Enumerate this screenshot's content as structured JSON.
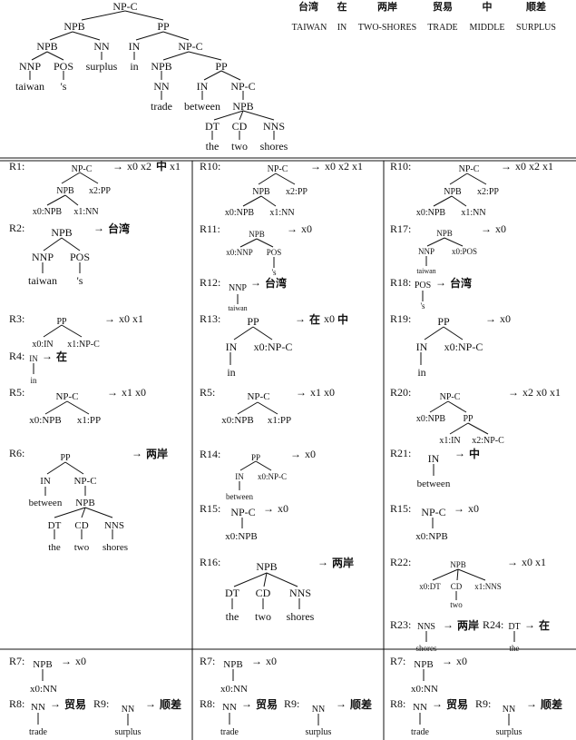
{
  "top_tree": {
    "root": "NP-C",
    "npb": "NPB",
    "pp": "PP",
    "nnp": "NNP",
    "pos": "POS",
    "nn_surplus": "NN",
    "in_tag": "IN",
    "npc2": "NP-C",
    "taiwan": "taiwan",
    "pos_word": "'s",
    "surplus": "surplus",
    "in_word": "in",
    "npb2": "NPB",
    "pp2": "PP",
    "nn_trade": "NN",
    "in2": "IN",
    "npc3": "NP-C",
    "trade": "trade",
    "between": "between",
    "npb3": "NPB",
    "dt": "DT",
    "cd": "CD",
    "nns": "NNS",
    "the": "the",
    "two": "two",
    "shores": "shores"
  },
  "alignment": {
    "chinese": [
      "台湾",
      "在",
      "两岸",
      "贸易",
      "中",
      "顺差"
    ],
    "english": [
      "TAIWAN",
      "IN",
      "TWO-SHORES",
      "TRADE",
      "MIDDLE",
      "SURPLUS"
    ]
  },
  "arrow": "→",
  "col1": {
    "r1": {
      "id": "R1:",
      "root": "NP-C",
      "n1": "NPB",
      "n2": "x2:PP",
      "n3": "x0:NPB",
      "n4": "x1:NN",
      "rhs": "x0 x2",
      "rhs_cn": "中",
      "rhs2": "x1"
    },
    "r2": {
      "id": "R2:",
      "root": "NPB",
      "n1": "NNP",
      "n2": "POS",
      "w1": "taiwan",
      "w2": "'s",
      "rhs_cn": "台湾"
    },
    "r3": {
      "id": "R3:",
      "root": "PP",
      "n1": "x0:IN",
      "n2": "x1:NP-C",
      "rhs": "x0 x1"
    },
    "r4": {
      "id": "R4:",
      "root": "IN",
      "w1": "in",
      "rhs_cn": "在"
    },
    "r5": {
      "id": "R5:",
      "root": "NP-C",
      "n1": "x0:NPB",
      "n2": "x1:PP",
      "rhs": "x1 x0"
    },
    "r6": {
      "id": "R6:",
      "root": "PP",
      "in_tag": "IN",
      "npc": "NP-C",
      "between": "between",
      "npb": "NPB",
      "dt": "DT",
      "cd": "CD",
      "nns": "NNS",
      "the": "the",
      "two": "two",
      "shores": "shores",
      "rhs_cn": "两岸"
    },
    "r7": {
      "id": "R7:",
      "root": "NPB",
      "n1": "x0:NN",
      "rhs": "x0"
    },
    "r8": {
      "id": "R8:",
      "root": "NN",
      "w1": "trade",
      "rhs_cn": "贸易"
    },
    "r9": {
      "id": "R9:",
      "root": "NN",
      "w1": "surplus",
      "rhs_cn": "顺差"
    }
  },
  "col2": {
    "r10": {
      "id": "R10:",
      "root": "NP-C",
      "n1": "NPB",
      "n2": "x2:PP",
      "n3": "x0:NPB",
      "n4": "x1:NN",
      "rhs": "x0 x2 x1"
    },
    "r11": {
      "id": "R11:",
      "root": "NPB",
      "n1": "x0:NNP",
      "n2": "POS",
      "w1": "'s",
      "rhs": "x0"
    },
    "r12": {
      "id": "R12:",
      "root": "NNP",
      "w1": "taiwan",
      "rhs_cn": "台湾"
    },
    "r13": {
      "id": "R13:",
      "root": "PP",
      "n1": "IN",
      "n2": "x0:NP-C",
      "w1": "in",
      "rhs_cn1": "在",
      "rhs": "x0",
      "rhs_cn2": "中"
    },
    "r5": {
      "id": "R5:",
      "root": "NP-C",
      "n1": "x0:NPB",
      "n2": "x1:PP",
      "rhs": "x1 x0"
    },
    "r14": {
      "id": "R14:",
      "root": "PP",
      "n1": "IN",
      "n2": "x0:NP-C",
      "w1": "between",
      "rhs": "x0"
    },
    "r15": {
      "id": "R15:",
      "root": "NP-C",
      "n1": "x0:NPB",
      "rhs": "x0"
    },
    "r16": {
      "id": "R16:",
      "root": "NPB",
      "dt": "DT",
      "cd": "CD",
      "nns": "NNS",
      "the": "the",
      "two": "two",
      "shores": "shores",
      "rhs_cn": "两岸"
    },
    "r7": {
      "id": "R7:",
      "root": "NPB",
      "n1": "x0:NN",
      "rhs": "x0"
    },
    "r8": {
      "id": "R8:",
      "root": "NN",
      "w1": "trade",
      "rhs_cn": "贸易"
    },
    "r9": {
      "id": "R9:",
      "root": "NN",
      "w1": "surplus",
      "rhs_cn": "顺差"
    }
  },
  "col3": {
    "r10": {
      "id": "R10:",
      "root": "NP-C",
      "n1": "NPB",
      "n2": "x2:PP",
      "n3": "x0:NPB",
      "n4": "x1:NN",
      "rhs": "x0 x2 x1"
    },
    "r17": {
      "id": "R17:",
      "root": "NPB",
      "n1": "NNP",
      "n2": "x0:POS",
      "w1": "taiwan",
      "rhs": "x0"
    },
    "r18": {
      "id": "R18:",
      "root": "POS",
      "w1": "'s",
      "rhs_cn": "台湾"
    },
    "r19": {
      "id": "R19:",
      "root": "PP",
      "n1": "IN",
      "n2": "x0:NP-C",
      "w1": "in",
      "rhs": "x0"
    },
    "r20": {
      "id": "R20:",
      "root": "NP-C",
      "n1": "x0:NPB",
      "n2": "PP",
      "n3": "x1:IN",
      "n4": "x2:NP-C",
      "rhs": "x2 x0 x1"
    },
    "r21": {
      "id": "R21:",
      "root": "IN",
      "w1": "between",
      "rhs_cn": "中"
    },
    "r15": {
      "id": "R15:",
      "root": "NP-C",
      "n1": "x0:NPB",
      "rhs": "x0"
    },
    "r22": {
      "id": "R22:",
      "root": "NPB",
      "n1": "x0:DT",
      "n2": "CD",
      "n3": "x1:NNS",
      "w1": "two",
      "rhs": "x0 x1"
    },
    "r23": {
      "id": "R23:",
      "root": "NNS",
      "w1": "shores",
      "rhs_cn": "两岸"
    },
    "r24": {
      "id": "R24:",
      "root": "DT",
      "w1": "the",
      "rhs_cn": "在"
    },
    "r7": {
      "id": "R7:",
      "root": "NPB",
      "n1": "x0:NN",
      "rhs": "x0"
    },
    "r8": {
      "id": "R8:",
      "root": "NN",
      "w1": "trade",
      "rhs_cn": "贸易"
    },
    "r9": {
      "id": "R9:",
      "root": "NN",
      "w1": "surplus",
      "rhs_cn": "顺差"
    }
  }
}
